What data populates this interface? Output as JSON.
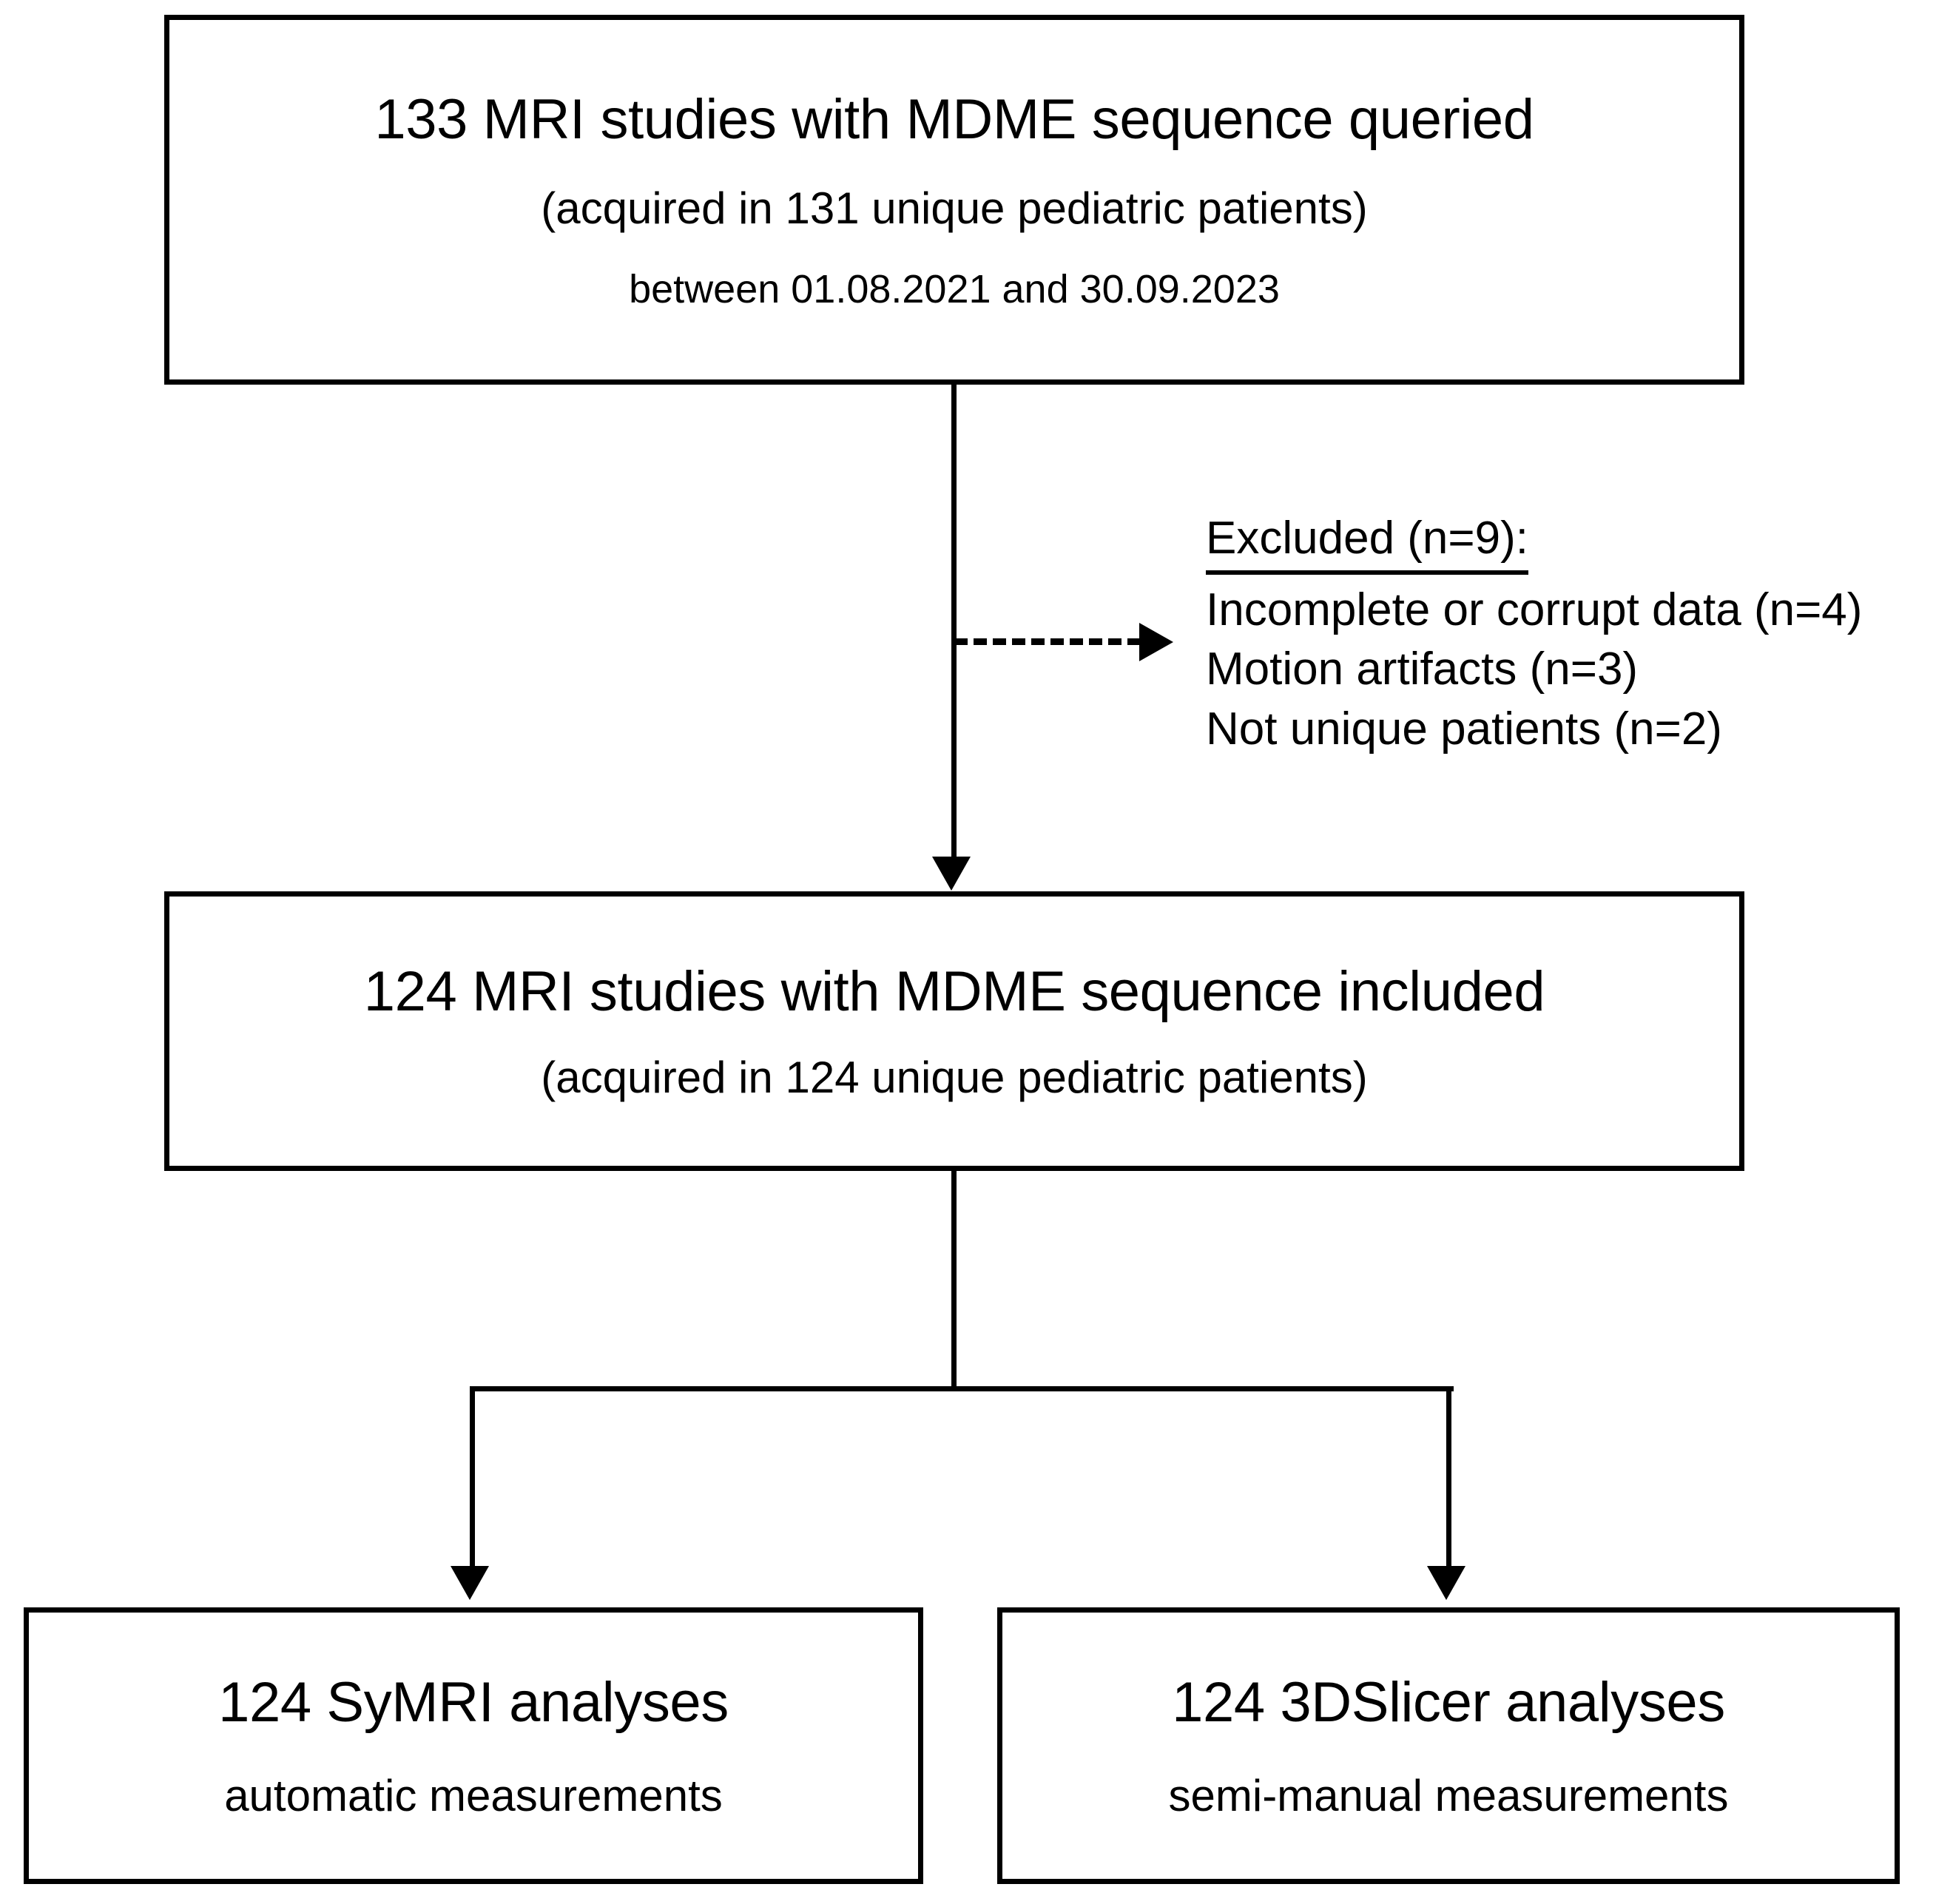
{
  "diagram": {
    "type": "flowchart",
    "title": "Patient / MRI study selection flow",
    "colors": {
      "stroke": "#000000",
      "fill": "#ffffff",
      "text": "#000000"
    },
    "boxes": {
      "queried": {
        "line1": "133 MRI studies with MDME sequence queried",
        "line2": "(acquired in 131 unique pediatric patients)",
        "line3": "between  01.08.2021 and 30.09.2023"
      },
      "included": {
        "line1": "124 MRI studies with MDME sequence included",
        "line2": "(acquired in 124 unique pediatric patients)"
      },
      "symri": {
        "line1": "124 SyMRI analyses",
        "line2": "automatic measurements"
      },
      "slicer": {
        "line1": "124 3DSlicer analyses",
        "line2": "semi-manual measurements"
      }
    },
    "exclusion": {
      "heading": "Excluded (n=9):",
      "reasons": [
        "Incomplete or corrupt data (n=4)",
        "Motion artifacts (n=3)",
        "Not unique patients (n=2)"
      ]
    }
  }
}
